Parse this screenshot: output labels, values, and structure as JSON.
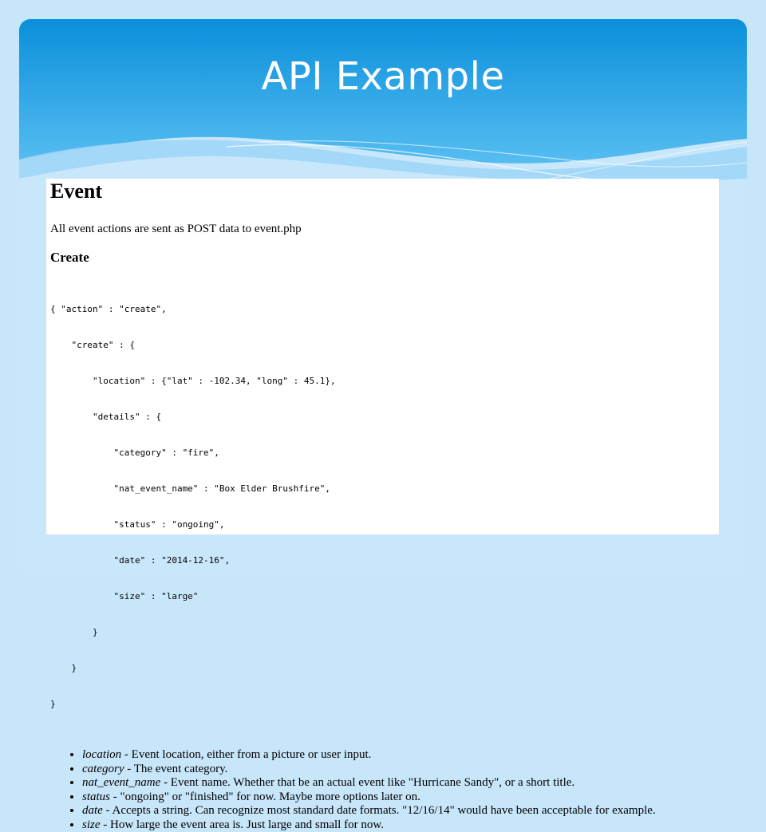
{
  "slide": {
    "title": "API Example"
  },
  "doc": {
    "heading": "Event",
    "intro": "All event actions are sent as POST data to event.php",
    "subheading": "Create",
    "code_lines": [
      "{ \"action\" : \"create\",",
      "    \"create\" : {",
      "        \"location\" : {\"lat\" : -102.34, \"long\" : 45.1},",
      "        \"details\" : {",
      "            \"category\" : \"fire\",",
      "            \"nat_event_name\" : \"Box Elder Brushfire\",",
      "            \"status\" : \"ongoing\",",
      "            \"date\" : \"2014-12-16\",",
      "            \"size\" : \"large\"",
      "        }",
      "    }",
      "}"
    ],
    "fields": [
      {
        "name": "location",
        "desc": " - Event location, either from a picture or user input."
      },
      {
        "name": "category",
        "desc": " - The event category."
      },
      {
        "name": "nat_event_name",
        "desc": " - Event name. Whether that be an actual event like \"Hurricane Sandy\", or a short title."
      },
      {
        "name": "status",
        "desc": " - \"ongoing\" or \"finished\" for now. Maybe more options later on."
      },
      {
        "name": "date",
        "desc": " - Accepts a string. Can recognize most standard date formats. \"12/16/14\" would have been acceptable for example."
      },
      {
        "name": "size",
        "desc": " - How large the event area is. Just large and small for now."
      }
    ]
  },
  "colors": {
    "background": "#c8e6fa",
    "header_top": "#0a8fdb",
    "header_bottom": "#5cc0f2",
    "title_text": "#ffffff",
    "panel": "#ffffff"
  }
}
